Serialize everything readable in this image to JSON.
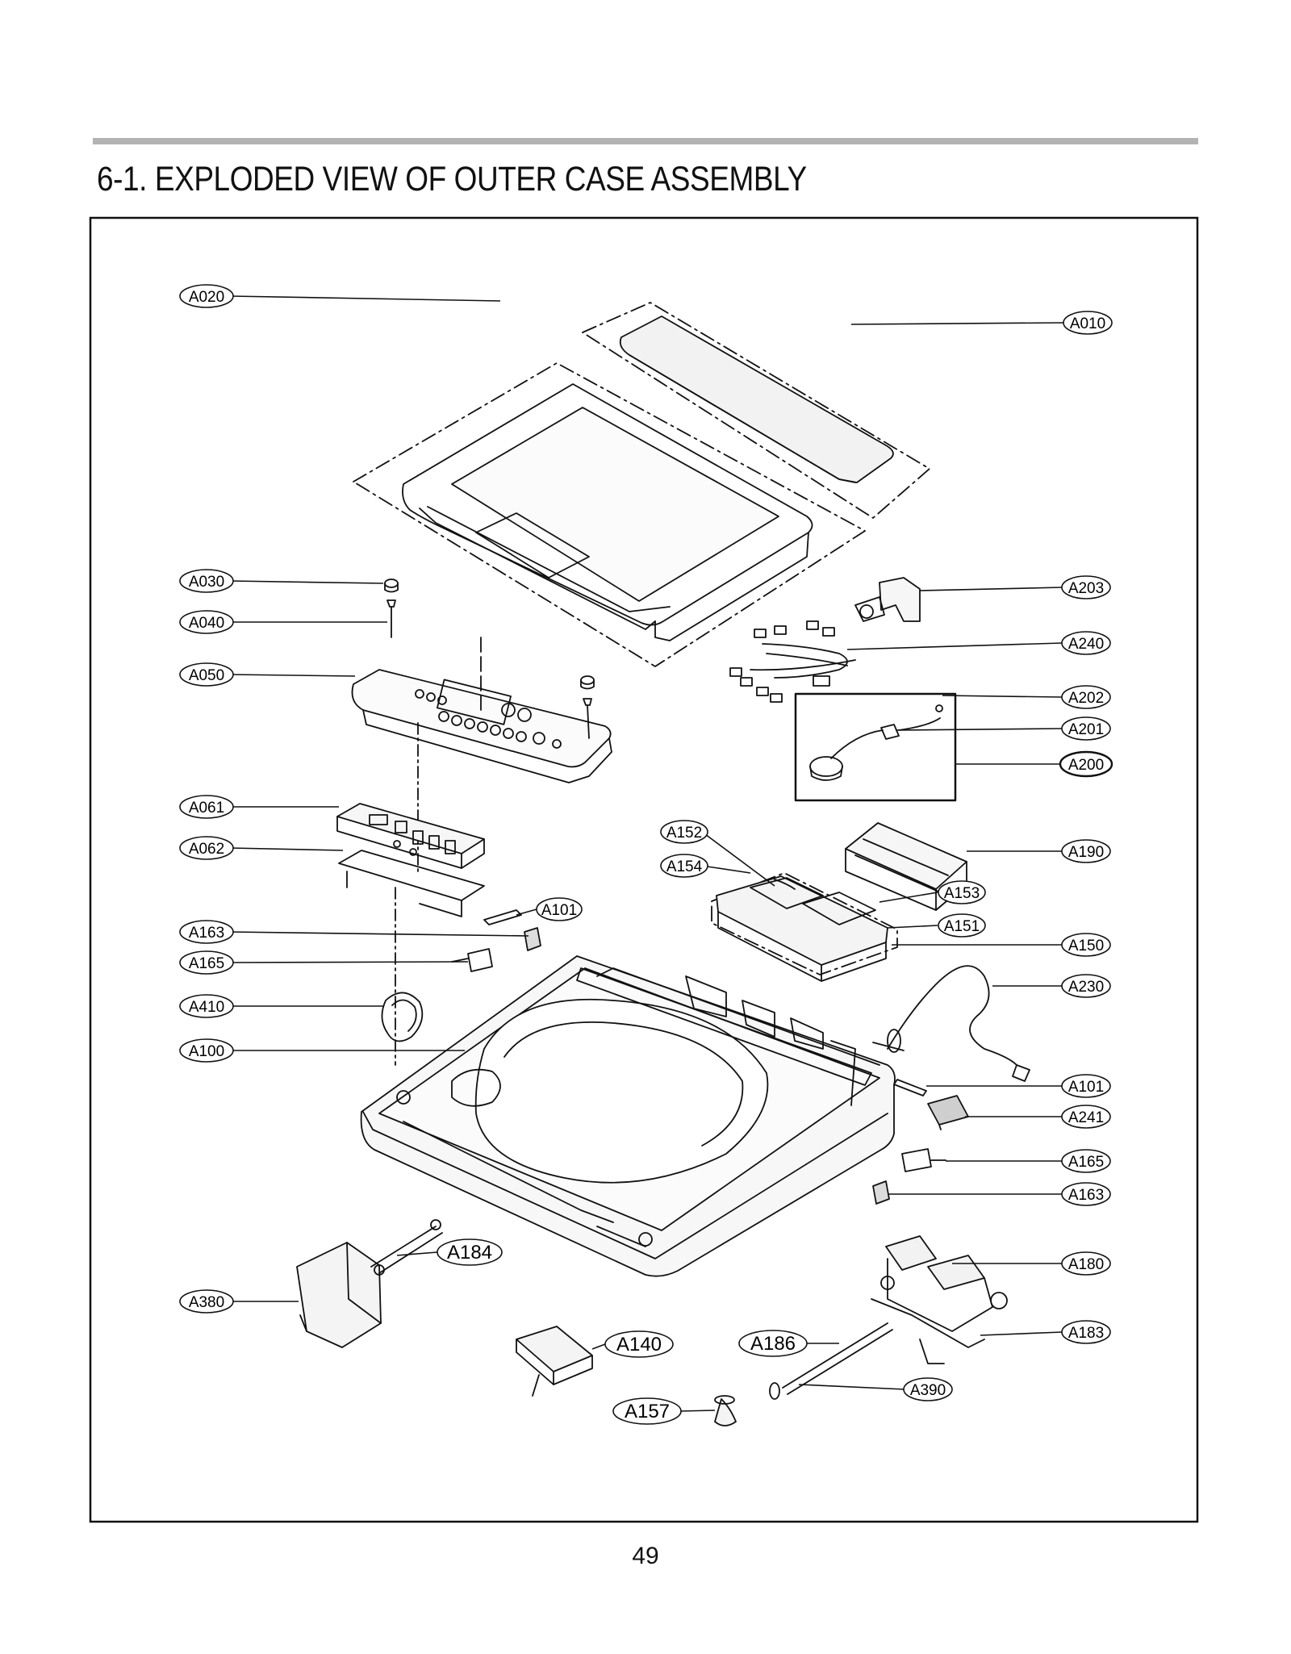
{
  "title": "6-1. EXPLODED VIEW OF OUTER CASE ASSEMBLY",
  "page_number": "49",
  "callouts": [
    {
      "id": "A020",
      "label": "A020"
    },
    {
      "id": "A010",
      "label": "A010"
    },
    {
      "id": "A030",
      "label": "A030"
    },
    {
      "id": "A040",
      "label": "A040"
    },
    {
      "id": "A050",
      "label": "A050"
    },
    {
      "id": "A203",
      "label": "A203"
    },
    {
      "id": "A240",
      "label": "A240"
    },
    {
      "id": "A202",
      "label": "A202"
    },
    {
      "id": "A201",
      "label": "A201"
    },
    {
      "id": "A200",
      "label": "A200"
    },
    {
      "id": "A061",
      "label": "A061"
    },
    {
      "id": "A062",
      "label": "A062"
    },
    {
      "id": "A152",
      "label": "A152"
    },
    {
      "id": "A154",
      "label": "A154"
    },
    {
      "id": "A190",
      "label": "A190"
    },
    {
      "id": "A153",
      "label": "A153"
    },
    {
      "id": "A151",
      "label": "A151"
    },
    {
      "id": "A101a",
      "label": "A101"
    },
    {
      "id": "A163a",
      "label": "A163"
    },
    {
      "id": "A165a",
      "label": "A165"
    },
    {
      "id": "A150",
      "label": "A150"
    },
    {
      "id": "A230",
      "label": "A230"
    },
    {
      "id": "A410",
      "label": "A410"
    },
    {
      "id": "A100",
      "label": "A100"
    },
    {
      "id": "A101b",
      "label": "A101"
    },
    {
      "id": "A241",
      "label": "A241"
    },
    {
      "id": "A165b",
      "label": "A165"
    },
    {
      "id": "A163b",
      "label": "A163"
    },
    {
      "id": "A184",
      "label": "A184"
    },
    {
      "id": "A180",
      "label": "A180"
    },
    {
      "id": "A380",
      "label": "A380"
    },
    {
      "id": "A183",
      "label": "A183"
    },
    {
      "id": "A140",
      "label": "A140"
    },
    {
      "id": "A186",
      "label": "A186"
    },
    {
      "id": "A390",
      "label": "A390"
    },
    {
      "id": "A157",
      "label": "A157"
    }
  ]
}
